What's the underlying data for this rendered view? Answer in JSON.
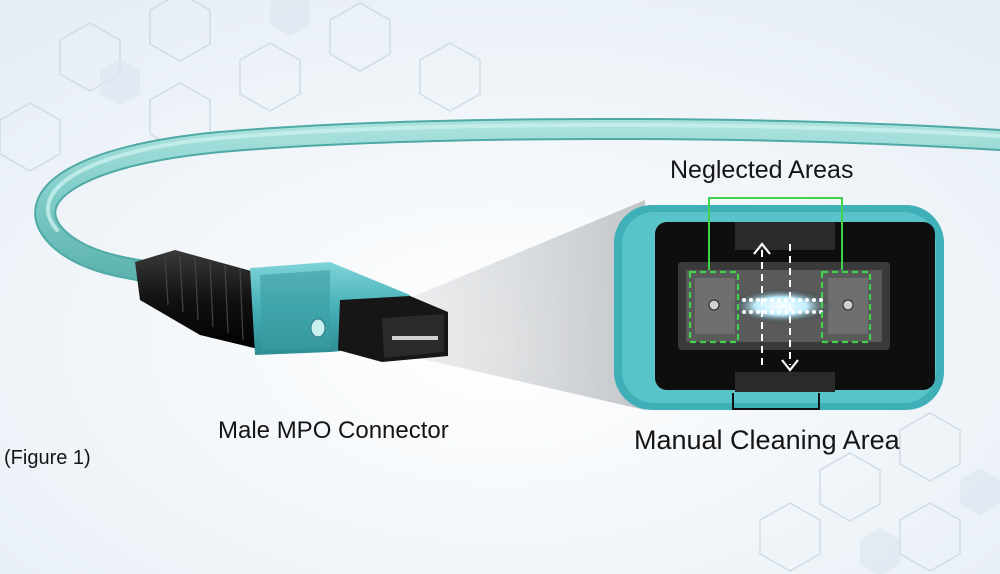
{
  "labels": {
    "neglected_areas": "Neglected Areas",
    "male_mpo_connector": "Male MPO Connector",
    "manual_cleaning_area": "Manual Cleaning Area",
    "figure_caption": "(Figure  1)"
  },
  "colors": {
    "cable": "#86cfcb",
    "housing": "#4fb7bd",
    "boot": "#1a1a1a",
    "highlight_box": "#3fd24a",
    "background": "#eef3f8"
  }
}
